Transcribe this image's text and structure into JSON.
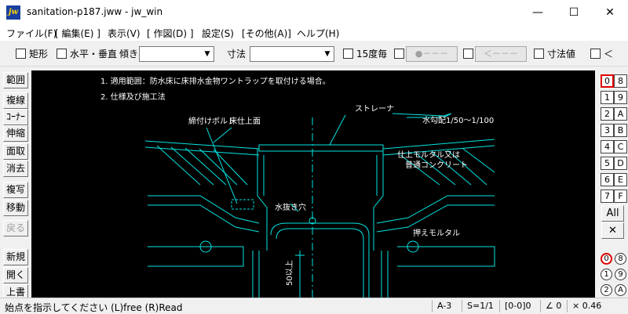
{
  "window": {
    "title": "sanitation-p187.jww - jw_win",
    "app_icon_text": "jw",
    "minimize_symbol": "—",
    "maximize_symbol": "☐",
    "close_symbol": "✕"
  },
  "menu": [
    "ファイル(F)",
    "[ 編集(E) ]",
    "表示(V)",
    "[ 作図(D) ]",
    "設定(S)",
    "[その他(A)]",
    "ヘルプ(H)"
  ],
  "toolbar": {
    "rect_label": "矩形",
    "hv_label": "水平・垂直",
    "tilt_label": "傾き",
    "tilt_value": "",
    "dim_label": "寸法",
    "dim_value": "",
    "deg15_label": "15度毎",
    "btn_dot": "●－－－",
    "btn_arrow": "＜－－－",
    "dimval_label": "寸法値",
    "lt_label": "＜"
  },
  "left_tools": [
    {
      "label": "範囲",
      "enabled": true
    },
    {
      "label": "複線",
      "enabled": true
    },
    {
      "label": "ｺｰﾅｰ",
      "enabled": true
    },
    {
      "label": "伸縮",
      "enabled": true
    },
    {
      "label": "面取",
      "enabled": true
    },
    {
      "label": "消去",
      "enabled": true
    },
    {
      "label": "複写",
      "enabled": true
    },
    {
      "label": "移動",
      "enabled": true
    },
    {
      "label": "戻る",
      "enabled": false
    },
    {
      "label": "新規",
      "enabled": true
    },
    {
      "label": "開く",
      "enabled": true
    },
    {
      "label": "上書",
      "enabled": true
    }
  ],
  "drawing": {
    "note1": "1. 適用範囲：防水床に床排水金物ワントラップを取付ける場合。",
    "note2": "2. 仕様及び施工法",
    "strainer": "ストレーナ",
    "bolt": "締付けボルト",
    "floor_top": "床仕上面",
    "slope": "水勾配1/50～1/100",
    "mortar1": "仕上モルタル又は",
    "mortar2": "普通コンクリート",
    "drain_hole": "水抜き穴",
    "press_mortar": "押えモルタル",
    "dim_text": "50以上"
  },
  "layers": {
    "groups": [
      [
        "0",
        "8"
      ],
      [
        "1",
        "9"
      ],
      [
        "2",
        "A"
      ],
      [
        "3",
        "B"
      ],
      [
        "4",
        "C"
      ],
      [
        "5",
        "D"
      ],
      [
        "6",
        "E"
      ],
      [
        "7",
        "F"
      ]
    ],
    "all_label": "All",
    "x_label": "✕",
    "circle_rows": [
      [
        "0",
        "8"
      ],
      [
        "1",
        "9"
      ],
      [
        "2",
        "A"
      ]
    ]
  },
  "status": {
    "message": "始点を指示してください (L)free (R)Read",
    "paper": "A-3",
    "scale": "S=1/1",
    "layer": "[0-0]0",
    "angle": "∠ 0",
    "zoom": "× 0.46"
  },
  "colors": {
    "canvas_bg": "#000000",
    "drawing_line": "#00e5e5",
    "note_text": "#ffffff",
    "active_layer_border": "#e00000"
  }
}
